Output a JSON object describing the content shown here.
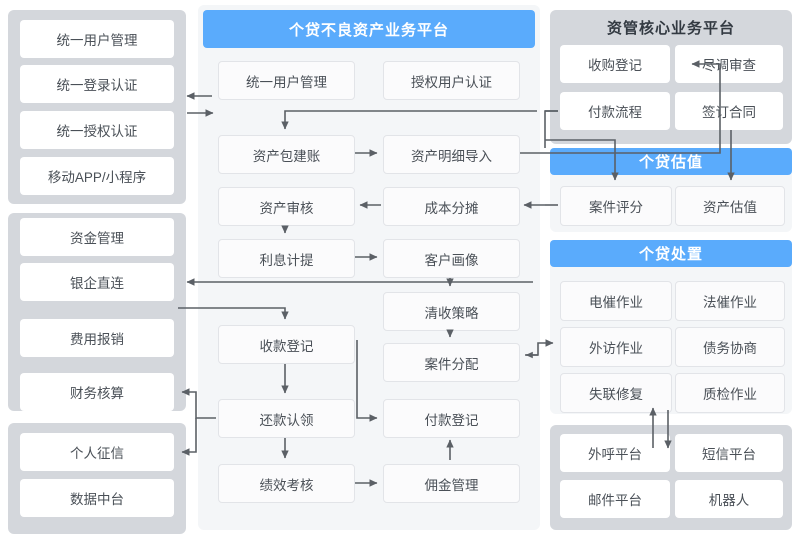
{
  "groups": {
    "left_access": {
      "items": [
        {
          "label": "统一用户管理"
        },
        {
          "label": "统一登录认证"
        },
        {
          "label": "统一授权认证"
        },
        {
          "label": "移动APP/小程序"
        }
      ]
    },
    "left_finance": {
      "items": [
        {
          "label": "资金管理"
        },
        {
          "label": "银企直连"
        },
        {
          "label": "费用报销"
        },
        {
          "label": "财务核算"
        }
      ]
    },
    "left_data": {
      "items": [
        {
          "label": "个人征信"
        },
        {
          "label": "数据中台"
        }
      ]
    },
    "center": {
      "title": "个贷不良资产业务平台",
      "title_color": "#5aabfc",
      "items": [
        {
          "label": "统一用户管理"
        },
        {
          "label": "授权用户认证"
        },
        {
          "label": "资产包建账"
        },
        {
          "label": "资产明细导入"
        },
        {
          "label": "资产审核"
        },
        {
          "label": "成本分摊"
        },
        {
          "label": "利息计提"
        },
        {
          "label": "客户画像"
        },
        {
          "label": "清收策略"
        },
        {
          "label": "收款登记"
        },
        {
          "label": "案件分配"
        },
        {
          "label": "还款认领"
        },
        {
          "label": "付款登记"
        },
        {
          "label": "绩效考核"
        },
        {
          "label": "佣金管理"
        }
      ]
    },
    "right_core": {
      "title": "资管核心业务平台",
      "items": [
        {
          "label": "收购登记"
        },
        {
          "label": "尽调审查"
        },
        {
          "label": "付款流程"
        },
        {
          "label": "签订合同"
        }
      ]
    },
    "right_valuation": {
      "title": "个贷估值",
      "title_color": "#5aabfc",
      "items": [
        {
          "label": "案件评分"
        },
        {
          "label": "资产估值"
        }
      ]
    },
    "right_disposal": {
      "title": "个贷处置",
      "title_color": "#5aabfc",
      "items": [
        {
          "label": "电催作业"
        },
        {
          "label": "法催作业"
        },
        {
          "label": "外访作业"
        },
        {
          "label": "债务协商"
        },
        {
          "label": "失联修复"
        },
        {
          "label": "质检作业"
        }
      ]
    },
    "right_channels": {
      "items": [
        {
          "label": "外呼平台"
        },
        {
          "label": "短信平台"
        },
        {
          "label": "邮件平台"
        },
        {
          "label": "机器人"
        }
      ]
    }
  },
  "theme": {
    "accent_blue": "#5aabfc",
    "panel_grey": "#d4d7dc",
    "panel_light": "#f4f6f8",
    "node_white": "#ffffff",
    "text_dark": "#333a42",
    "wire_grey": "#5b6066"
  }
}
